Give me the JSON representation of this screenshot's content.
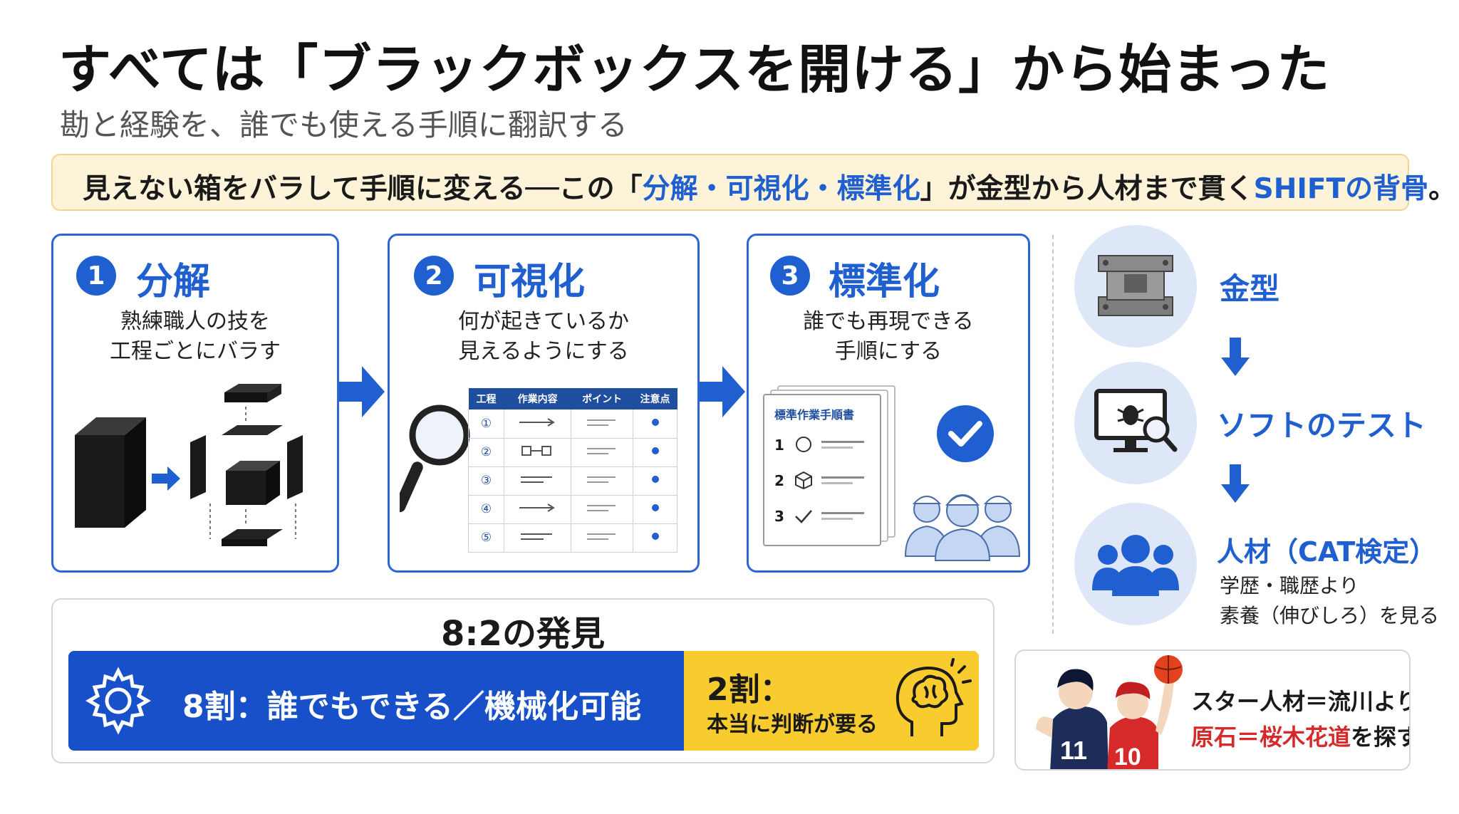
{
  "header": {
    "title": "すべては「ブラックボックスを開ける」から始まった",
    "subtitle": "勘と経験を、誰でも使える手順に翻訳する"
  },
  "banner": {
    "part1": "見えない箱をバラして手順に変える──この「",
    "highlight1": "分解・可視化・標準化",
    "part2": "」が金型から人材まで貫く",
    "highlight2": "SHIFTの背骨",
    "part3": "。"
  },
  "steps": [
    {
      "num": "1",
      "title": "分解",
      "desc_line1": "熟練職人の技を",
      "desc_line2": "工程ごとにバラす"
    },
    {
      "num": "2",
      "title": "可視化",
      "desc_line1": "何が起きているか",
      "desc_line2": "見えるようにする"
    },
    {
      "num": "3",
      "title": "標準化",
      "desc_line1": "誰でも再現できる",
      "desc_line2": "手順にする"
    }
  ],
  "table": {
    "headers": [
      "工程",
      "作業内容",
      "ポイント",
      "注意点"
    ],
    "rows": [
      "①",
      "②",
      "③",
      "④",
      "⑤"
    ]
  },
  "sop_doc": {
    "title": "標準作業手順書",
    "items": [
      "1",
      "2",
      "3"
    ]
  },
  "flow": {
    "item1": "金型",
    "item2": "ソフトのテスト",
    "item3": "人材（CAT検定）",
    "item3_sub_line1": "学歴・職歴より",
    "item3_sub_line2": "素養（伸びしろ）を見る"
  },
  "ratio": {
    "title": "8:2の発見",
    "left_label": "8割：誰でもできる／機械化可能",
    "right_big": "2割：",
    "right_small": "本当に判断が要る"
  },
  "star": {
    "line1": "スター人材＝流川より、",
    "line2_highlight": "原石＝桜木花道",
    "line2_rest": "を探す",
    "jersey1": "11",
    "jersey2": "10"
  },
  "colors": {
    "brand_blue": "#1f5fd0",
    "bar_blue": "#1750c9",
    "bar_yellow": "#f8cb2e",
    "banner_bg": "#fdf3d8",
    "highlight_red": "#d62a2a"
  }
}
